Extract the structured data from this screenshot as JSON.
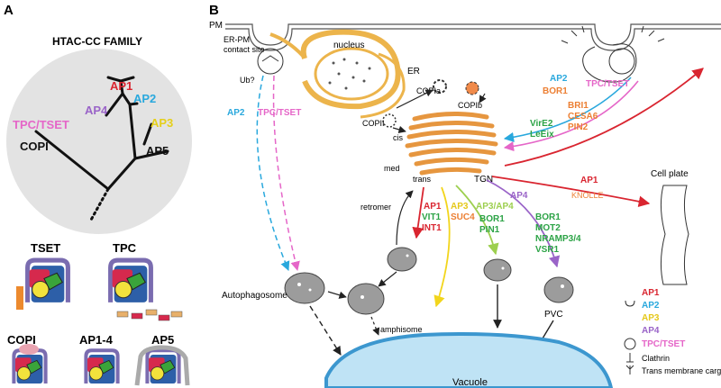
{
  "panelA": {
    "letter": "A",
    "title": "HTAC-CC FAMILY",
    "tree": {
      "AP1": "AP1",
      "AP2": "AP2",
      "AP3": "AP3",
      "AP4": "AP4",
      "AP5": "AP5",
      "TPC_TSET": "TPC/TSET",
      "COPI": "COPI"
    },
    "complexes": {
      "TSET": "TSET",
      "TPC": "TPC",
      "COPI": "COPI",
      "AP14": "AP1-4",
      "AP5": "AP5"
    }
  },
  "panelB": {
    "letter": "B",
    "pm": "PM",
    "erpm": [
      "ER-PM",
      "contact site"
    ],
    "ub": "Ub?",
    "nucleus": "nucleus",
    "er": "ER",
    "copia": "COPIa",
    "copib": "COPIb",
    "copii": "COPII",
    "cis": "cis",
    "med": "med",
    "trans": "trans",
    "tgn": "TGN",
    "retromer": "retromer",
    "autophagosome": "Autophagosome",
    "amphisome": "amphisome",
    "vacuole": "Vacuole",
    "pvc": "PVC",
    "cellplate": "Cell plate",
    "dashedAP2": "AP2",
    "dashedTPC": "TPC/TSET",
    "rightAP2": "AP2",
    "rightBOR1": "BOR1",
    "rightTPC": "TPC/TSET",
    "rightGreen": [
      "VirE2",
      "LeEix"
    ],
    "rightOrange": [
      "BRI1",
      "CESA6",
      "PIN2"
    ],
    "ap1Right": "AP1",
    "knolle": "KNOLLE",
    "ap1Down": "AP1",
    "ap1DownCargo": [
      "VIT1",
      "INT1"
    ],
    "ap3": "AP3",
    "ap3Cargo": "SUC4",
    "ap3ap4": "AP3/AP4",
    "ap3ap4Cargo": [
      "BOR1",
      "PIN1"
    ],
    "ap4": "AP4",
    "ap4Cargo": [
      "BOR1",
      "MOT2",
      "NRAMP3/4",
      "VSR1"
    ]
  },
  "legend": {
    "ap1": "AP1",
    "ap2": "AP2",
    "ap3": "AP3",
    "ap4": "AP4",
    "tpc": "TPC/TSET",
    "clathrin": "Clathrin",
    "cargo": "Trans membrane cargo"
  },
  "colors": {
    "AP1": "#d92530",
    "AP2": "#29a8dd",
    "AP3": "#f2d51c",
    "AP4": "#9a64c8",
    "TPC": "#e566c8",
    "green": "#2ca346",
    "orange": "#ec7f33",
    "ap3ap4": "#9dcf4f",
    "golgi": "#e6963f",
    "er": "#ecb44b",
    "vacuole": "#bfe3f5",
    "vacuoleEdge": "#3c97cf"
  }
}
